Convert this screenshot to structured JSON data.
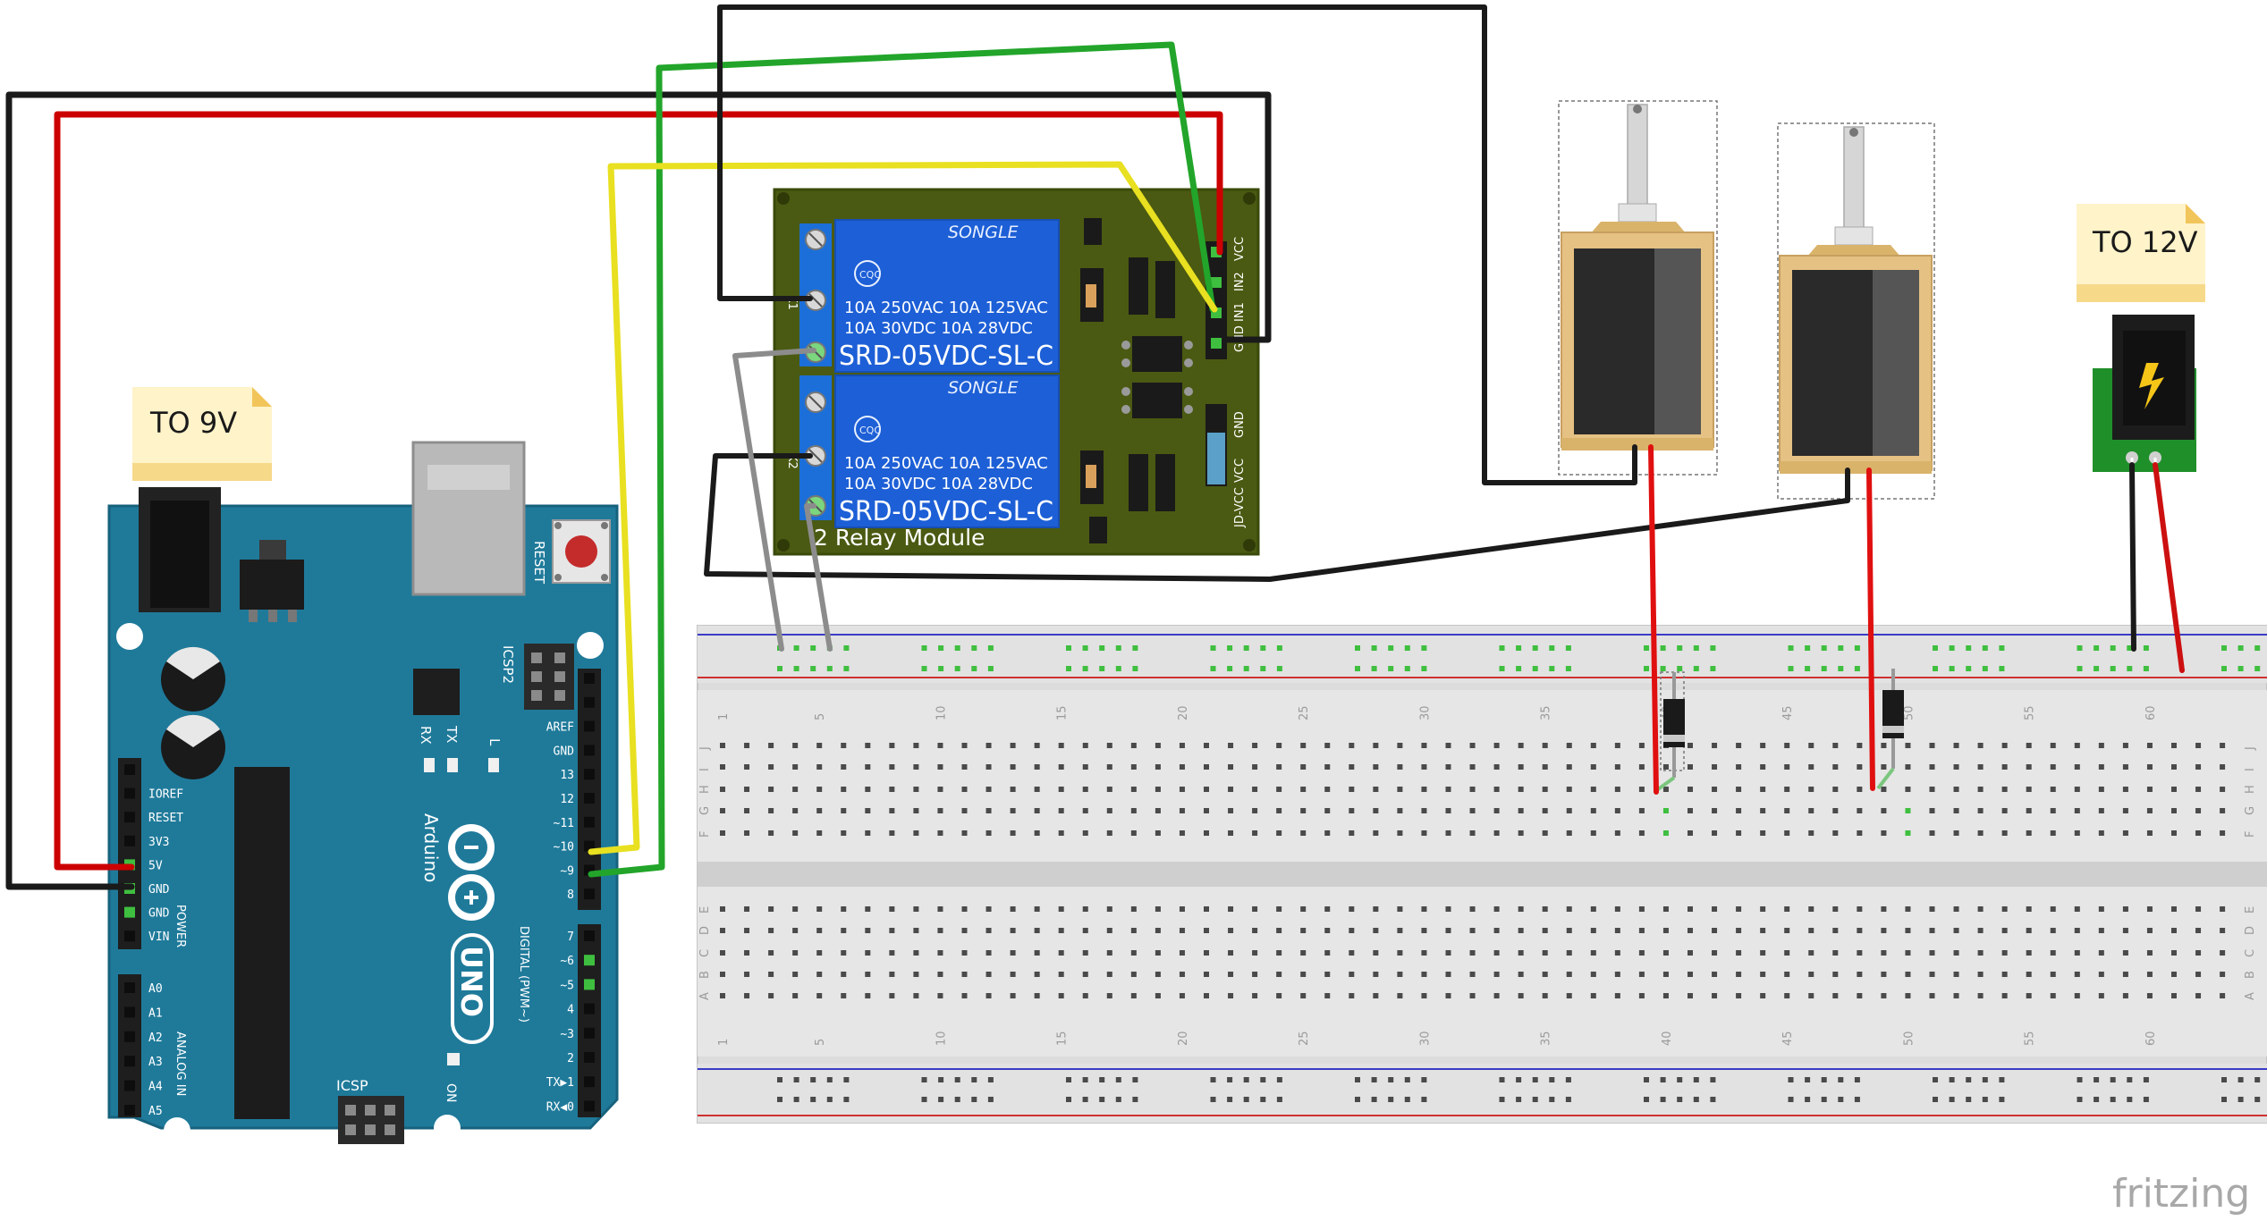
{
  "notes": {
    "power_9v": "TO 9V",
    "power_12v": "TO 12V"
  },
  "relay_module": {
    "name": "2 Relay Module",
    "relay_brand": "SONGLE",
    "relay_cert": "CQC",
    "relay_rating_line1": "10A 250VAC  10A 125VAC",
    "relay_rating_line2": "10A  30VDC  10A  28VDC",
    "relay_model": "SRD-05VDC-SL-C",
    "pin_labels": [
      "GND",
      "IN1",
      "IN2",
      "VCC"
    ],
    "jumper_labels": [
      "JD-VCC",
      "VCC",
      "GND"
    ],
    "channel_labels": [
      "K1",
      "K2"
    ]
  },
  "arduino": {
    "brand": "Arduino",
    "model": "UNO",
    "reset_label": "RESET",
    "icsp2_label": "ICSP2",
    "icsp_label": "ICSP",
    "on_label": "ON",
    "l_label": "L",
    "tx_label": "TX",
    "rx_label": "RX",
    "digital_label": "DIGITAL (PWM~)",
    "power_label": "POWER",
    "analog_label": "ANALOG IN",
    "digital_pins": [
      "AREF",
      "GND",
      "13",
      "12",
      "~11",
      "~10",
      "~9",
      "8",
      "7",
      "~6",
      "~5",
      "4",
      "~3",
      "2",
      "TX▶1",
      "RX◀0"
    ],
    "power_pins": [
      "IOREF",
      "RESET",
      "3V3",
      "5V",
      "GND",
      "GND",
      "VIN"
    ],
    "analog_pins": [
      "A0",
      "A1",
      "A2",
      "A3",
      "A4",
      "A5"
    ]
  },
  "breadboard": {
    "column_numbers": [
      "1",
      "5",
      "10",
      "15",
      "20",
      "25",
      "30",
      "35",
      "40",
      "45",
      "50",
      "55",
      "60"
    ],
    "row_letters_top": [
      "J",
      "I",
      "H",
      "G",
      "F"
    ],
    "row_letters_bottom": [
      "E",
      "D",
      "C",
      "B",
      "A"
    ]
  },
  "watermark": "fritzing",
  "colors": {
    "wire_red": "#cc0000",
    "wire_black": "#1a1a1a",
    "wire_green": "#22a52a",
    "wire_yellow": "#e8e020",
    "wire_gray": "#8c8c8c",
    "arduino_teal": "#1f7a9a",
    "relay_pcb": "#4a5a12",
    "relay_blue": "#1d5fd6"
  }
}
